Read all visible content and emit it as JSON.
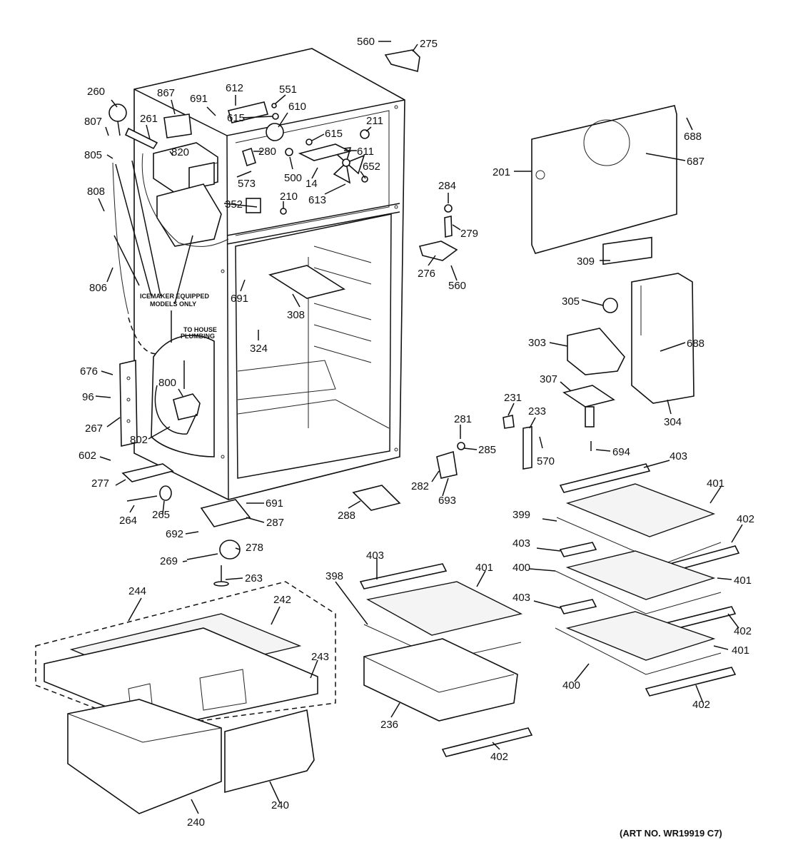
{
  "diagram": {
    "art_number": "(ART NO. WR19919 C7)",
    "notes": {
      "icemaker_line1": "ICEMAKER EQUIPPED",
      "icemaker_line2": "MODELS ONLY",
      "plumbing_line1": "TO HOUSE",
      "plumbing_line2": "PLUMBING"
    },
    "callouts": [
      {
        "id": "p560a",
        "text": "560"
      },
      {
        "id": "p275",
        "text": "275"
      },
      {
        "id": "p260",
        "text": "260"
      },
      {
        "id": "p867",
        "text": "867"
      },
      {
        "id": "p691a",
        "text": "691"
      },
      {
        "id": "p612",
        "text": "612"
      },
      {
        "id": "p551",
        "text": "551"
      },
      {
        "id": "p610",
        "text": "610"
      },
      {
        "id": "p807",
        "text": "807"
      },
      {
        "id": "p261",
        "text": "261"
      },
      {
        "id": "p615a",
        "text": "615"
      },
      {
        "id": "p211",
        "text": "211"
      },
      {
        "id": "p615b",
        "text": "615"
      },
      {
        "id": "p805",
        "text": "805"
      },
      {
        "id": "p820",
        "text": "820"
      },
      {
        "id": "p280",
        "text": "280"
      },
      {
        "id": "p611",
        "text": "611"
      },
      {
        "id": "p652",
        "text": "652"
      },
      {
        "id": "p573",
        "text": "573"
      },
      {
        "id": "p500",
        "text": "500"
      },
      {
        "id": "p14",
        "text": "14"
      },
      {
        "id": "p613",
        "text": "613"
      },
      {
        "id": "p210",
        "text": "210"
      },
      {
        "id": "p808",
        "text": "808"
      },
      {
        "id": "p352",
        "text": "352"
      },
      {
        "id": "p284",
        "text": "284"
      },
      {
        "id": "p279",
        "text": "279"
      },
      {
        "id": "p276",
        "text": "276"
      },
      {
        "id": "p560b",
        "text": "560"
      },
      {
        "id": "p806",
        "text": "806"
      },
      {
        "id": "p691b",
        "text": "691"
      },
      {
        "id": "p308",
        "text": "308"
      },
      {
        "id": "p324",
        "text": "324"
      },
      {
        "id": "p688a",
        "text": "688"
      },
      {
        "id": "p687",
        "text": "687"
      },
      {
        "id": "p201",
        "text": "201"
      },
      {
        "id": "p309",
        "text": "309"
      },
      {
        "id": "p305",
        "text": "305"
      },
      {
        "id": "p303",
        "text": "303"
      },
      {
        "id": "p688b",
        "text": "688"
      },
      {
        "id": "p307",
        "text": "307"
      },
      {
        "id": "p304",
        "text": "304"
      },
      {
        "id": "p676",
        "text": "676"
      },
      {
        "id": "p96",
        "text": "96"
      },
      {
        "id": "p800",
        "text": "800"
      },
      {
        "id": "p267",
        "text": "267"
      },
      {
        "id": "p802",
        "text": "802"
      },
      {
        "id": "p231",
        "text": "231"
      },
      {
        "id": "p233",
        "text": "233"
      },
      {
        "id": "p281",
        "text": "281"
      },
      {
        "id": "p285",
        "text": "285"
      },
      {
        "id": "p570",
        "text": "570"
      },
      {
        "id": "p694",
        "text": "694"
      },
      {
        "id": "p602",
        "text": "602"
      },
      {
        "id": "p282",
        "text": "282"
      },
      {
        "id": "p693",
        "text": "693"
      },
      {
        "id": "p277",
        "text": "277"
      },
      {
        "id": "p403a",
        "text": "403"
      },
      {
        "id": "p401a",
        "text": "401"
      },
      {
        "id": "p691c",
        "text": "691"
      },
      {
        "id": "p264",
        "text": "264"
      },
      {
        "id": "p265",
        "text": "265"
      },
      {
        "id": "p287",
        "text": "287"
      },
      {
        "id": "p288",
        "text": "288"
      },
      {
        "id": "p399",
        "text": "399"
      },
      {
        "id": "p402a",
        "text": "402"
      },
      {
        "id": "p692",
        "text": "692"
      },
      {
        "id": "p278",
        "text": "278"
      },
      {
        "id": "p403b",
        "text": "403"
      },
      {
        "id": "p269",
        "text": "269"
      },
      {
        "id": "p263",
        "text": "263"
      },
      {
        "id": "p403c",
        "text": "403"
      },
      {
        "id": "p401b",
        "text": "401"
      },
      {
        "id": "p400a",
        "text": "400"
      },
      {
        "id": "p401c",
        "text": "401"
      },
      {
        "id": "p398",
        "text": "398"
      },
      {
        "id": "p244",
        "text": "244"
      },
      {
        "id": "p242",
        "text": "242"
      },
      {
        "id": "p403d",
        "text": "403"
      },
      {
        "id": "p402b",
        "text": "402"
      },
      {
        "id": "p401d",
        "text": "401"
      },
      {
        "id": "p243",
        "text": "243"
      },
      {
        "id": "p400b",
        "text": "400"
      },
      {
        "id": "p402c",
        "text": "402"
      },
      {
        "id": "p236",
        "text": "236"
      },
      {
        "id": "p402d",
        "text": "402"
      },
      {
        "id": "p240a",
        "text": "240"
      },
      {
        "id": "p240b",
        "text": "240"
      }
    ]
  }
}
